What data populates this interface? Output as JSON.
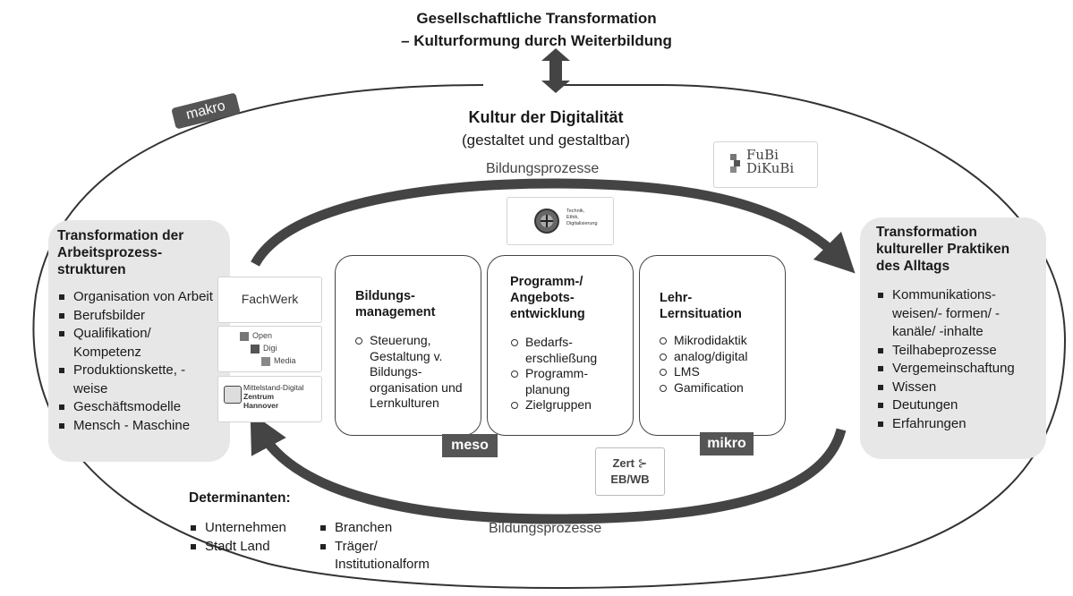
{
  "header": {
    "title_line1": "Gesellschaftliche Transformation",
    "title_line2": "– Kulturformung durch Weiterbildung"
  },
  "center": {
    "title": "Kultur der Digitalität",
    "subtitle": "(gestaltet und gestaltbar)",
    "process_top": "Bildungsprozesse",
    "process_bottom": "Bildungsprozesse"
  },
  "levels": {
    "makro": "makro",
    "meso": "meso",
    "mikro": "mikro"
  },
  "left_box": {
    "title_lines": [
      "Transformation der",
      "Arbeitsprozess-",
      "strukturen"
    ],
    "items": [
      "Organisation von Arbeit",
      "Berufsbilder",
      "Qualifikation/ Kompetenz",
      "Produktionskette, -weise",
      "Geschäftsmodelle",
      "Mensch - Maschine"
    ]
  },
  "right_box": {
    "title_lines": [
      "Transformation",
      "kultureller Praktiken",
      "des Alltags"
    ],
    "items": [
      "Kommunikations-weisen/- formen/ -kanäle/ -inhalte",
      "Teilhabeprozesse",
      "Vergemeinschaftung",
      "Wissen",
      "Deutungen",
      "Erfahrungen"
    ]
  },
  "inner_boxes": [
    {
      "title_lines": [
        "Bildungs-",
        "management"
      ],
      "items": [
        "Steuerung, Gestaltung v. Bildungs-organisation und Lernkulturen"
      ]
    },
    {
      "title_lines": [
        "Programm-/",
        "Angebots-",
        "entwicklung"
      ],
      "items": [
        "Bedarfs-erschließung",
        "Programm-planung",
        "Zielgruppen"
      ]
    },
    {
      "title_lines": [
        "Lehr-",
        "Lernsituation"
      ],
      "items": [
        "Mikrodidaktik",
        "analog/digital",
        "LMS",
        "Gamification"
      ]
    }
  ],
  "logos": {
    "fubi_line1": "FuBi",
    "fubi_line2": "DiKuBi",
    "ted_line1": "Technik,",
    "ted_line2": "Ethik,",
    "ted_line3": "Digitalisierung",
    "fachwerk": "FachWerk",
    "opendigi": [
      "Open",
      "Digi",
      "Media"
    ],
    "mittelstand_line1": "Mittelstand-Digital",
    "mittelstand_line2": "Zentrum",
    "mittelstand_line3": "Hannover",
    "zert_line1": "Zert",
    "zert_line2": "EB/WB"
  },
  "determinants": {
    "title": "Determinanten:",
    "col1": [
      "Unternehmen",
      "Stadt Land"
    ],
    "col2": [
      "Branchen",
      "Träger/ Institutionalform"
    ]
  },
  "colors": {
    "box_fill": "#e7e7e7",
    "tag_fill": "#555555",
    "arrow": "#444444"
  }
}
